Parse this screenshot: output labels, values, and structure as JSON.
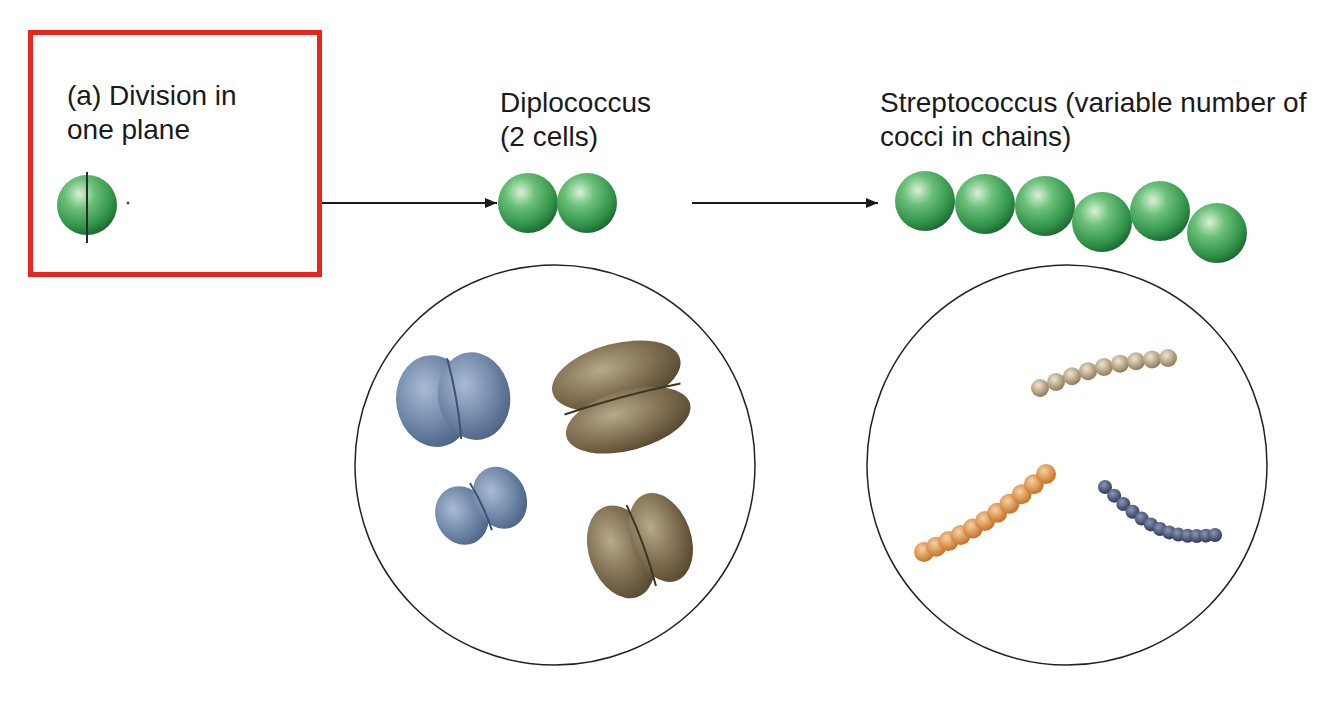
{
  "diagram": {
    "nodes": [
      {
        "text": [
          "(a) Division in one plane"
        ]
      },
      {
        "text": [
          "Diplococcus (2 cells)"
        ]
      },
      {
        "text": [
          "Streptococcus (variable number of cocci in chains)"
        ]
      }
    ],
    "edges": [
      {
        "from": 0,
        "to": 1,
        "arrow": "to"
      },
      {
        "from": 1,
        "to": 2,
        "arrow": "to"
      }
    ]
  }
}
